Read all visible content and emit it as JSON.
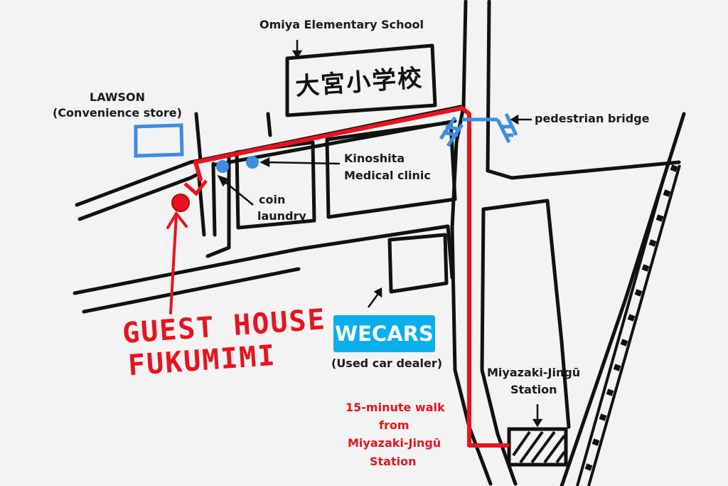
{
  "labels": {
    "school_en": "Omiya Elementary School",
    "school_jp": "大宮小学校",
    "lawson": "LAWSON",
    "lawson_sub": "(Convenience store)",
    "bridge": "pedestrian bridge",
    "clinic_1": "Kinoshita",
    "clinic_2": "Medical clinic",
    "laundry_1": "coin",
    "laundry_2": "laundry",
    "wecars": "WECARS",
    "wecars_sub": "(Used car dealer)",
    "station_1": "Miyazaki-Jingū",
    "station_2": "Station",
    "walk_1": "15-minute walk",
    "walk_2": "from",
    "walk_3": "Miyazaki-Jingū",
    "walk_4": "Station",
    "guesthouse_1": "GUEST HOUSE",
    "guesthouse_2": "FUKUMIMI"
  },
  "colors": {
    "route": "#e8131f",
    "landmark": "#3a8ee0",
    "wecars": "#09aeed",
    "road": "#111111"
  }
}
